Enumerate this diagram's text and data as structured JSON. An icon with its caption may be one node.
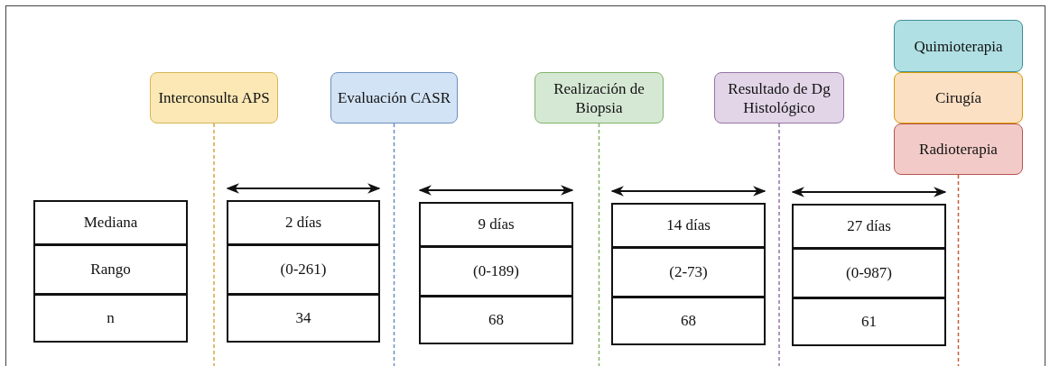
{
  "diagram": {
    "nodes": [
      {
        "text": [
          "Interconsulta APS"
        ]
      },
      {
        "text": [
          "Evaluación CASR"
        ]
      },
      {
        "text": [
          "Realización de Biopsia"
        ]
      },
      {
        "text": [
          "Resultado de Dg Histológico"
        ]
      },
      {
        "text": [
          "Quimioterapia"
        ]
      },
      {
        "text": [
          "Cirugía"
        ]
      },
      {
        "text": [
          "Radioterapia"
        ]
      }
    ],
    "edges": [],
    "labels": [
      "Mediana",
      "2 días",
      "9 días",
      "14 días",
      "27 días",
      "Rango",
      "(0-261)",
      "(0-189)",
      "(2-73)",
      "(0-987)",
      "n",
      "34",
      "68",
      "68",
      "61"
    ]
  }
}
